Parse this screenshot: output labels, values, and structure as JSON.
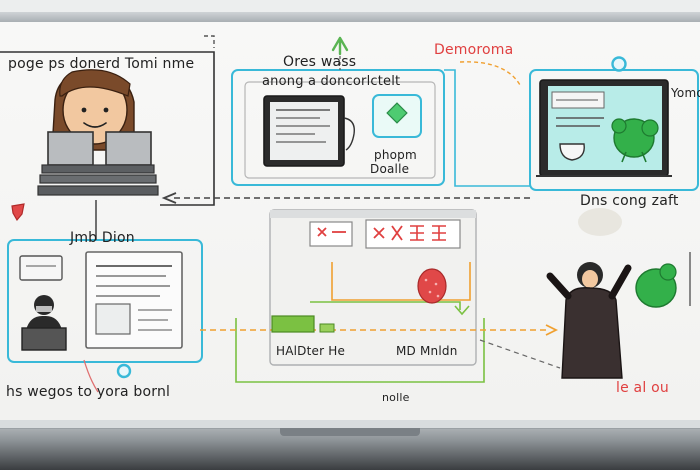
{
  "labels": {
    "top_left": "poge ps donerd Tomi nme",
    "center_top_line1": "Ores wass",
    "center_top_line2": "anong a doncorlctelt",
    "center_box_line1": "phopm",
    "center_box_line2": "Doalle",
    "top_right_red": "Demoroma",
    "far_right_edge": "Yomo",
    "right_mid": "Dns cong zaft",
    "left_mid": "Jmb Dion",
    "bottom_left": "hs wegos to yora bornl",
    "center_bottom_1": "HAlDter He",
    "center_bottom_2": "MD Mnldn",
    "bottom_center": "nolle",
    "bottom_right_red": "le al ou"
  },
  "colors": {
    "cyan": "#39b9d8",
    "green": "#7bc142",
    "orange": "#f0a030",
    "red": "#e04040",
    "dark": "#2a2a2a",
    "skin": "#f2c8a0",
    "hair": "#7a4a2a",
    "screen": "#b8ece8"
  },
  "icons": [
    "up-arrow-icon",
    "map-pin-icon",
    "shield-icon",
    "arrow-left-icon"
  ]
}
